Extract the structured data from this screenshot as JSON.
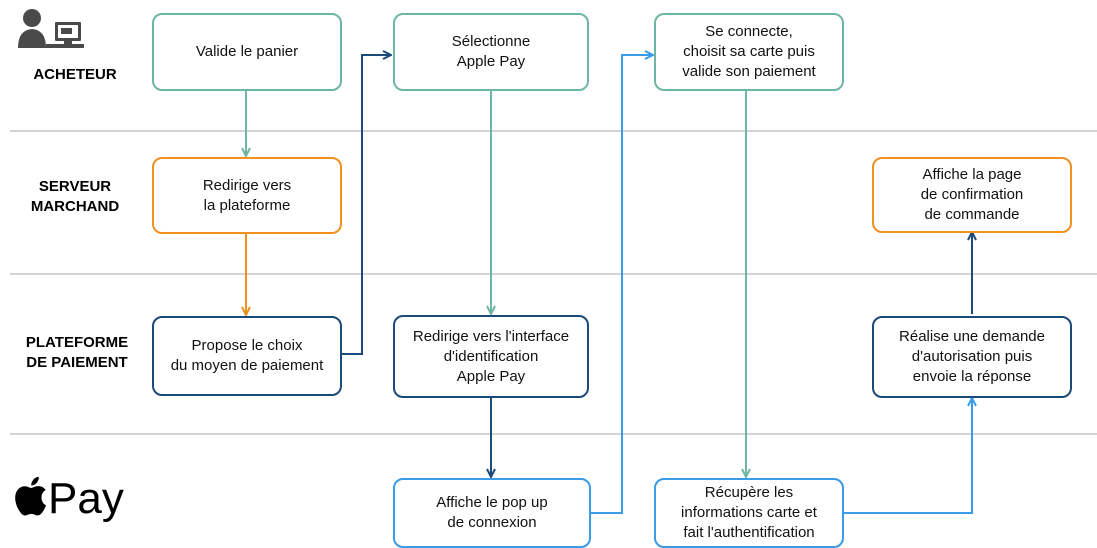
{
  "lanes": [
    {
      "label_lines": [
        "ACHETEUR"
      ]
    },
    {
      "label_lines": [
        "SERVEUR",
        "MARCHAND"
      ]
    },
    {
      "label_lines": [
        "PLATEFORME",
        "DE PAIEMENT"
      ]
    },
    {
      "label_lines": []
    }
  ],
  "applepay_logo": {
    "text": "Pay",
    "icon": "apple-logo-icon"
  },
  "buyer_icon": "buyer-computer-icon",
  "boxes": {
    "valide_panier": {
      "lines": [
        "Valide le panier"
      ]
    },
    "selectionne": {
      "lines": [
        "Sélectionne",
        "Apple Pay"
      ]
    },
    "se_connecte": {
      "lines": [
        "Se connecte,",
        "choisit sa carte puis",
        "valide son paiement"
      ]
    },
    "redirige_plateforme": {
      "lines": [
        "Redirige vers",
        "la plateforme"
      ]
    },
    "affiche_confirmation": {
      "lines": [
        "Affiche la page",
        "de confirmation",
        "de commande"
      ]
    },
    "propose_choix": {
      "lines": [
        "Propose le choix",
        "du moyen de paiement"
      ]
    },
    "redirige_interface": {
      "lines": [
        "Redirige vers l'interface",
        "d'identification",
        "Apple Pay"
      ]
    },
    "realise_demande": {
      "lines": [
        "Réalise une demande",
        "d'autorisation puis",
        "envoie la réponse"
      ]
    },
    "affiche_popup": {
      "lines": [
        "Affiche le pop up",
        "de connexion"
      ]
    },
    "recupere_infos": {
      "lines": [
        "Récupère les",
        "informations carte et",
        "fait l'authentification"
      ]
    }
  },
  "colors": {
    "teal": "#6fb5a4",
    "orange": "#f0901e",
    "navy": "#1b4a7a",
    "blue": "#3a9be8",
    "divider": "#aaaaaa"
  }
}
